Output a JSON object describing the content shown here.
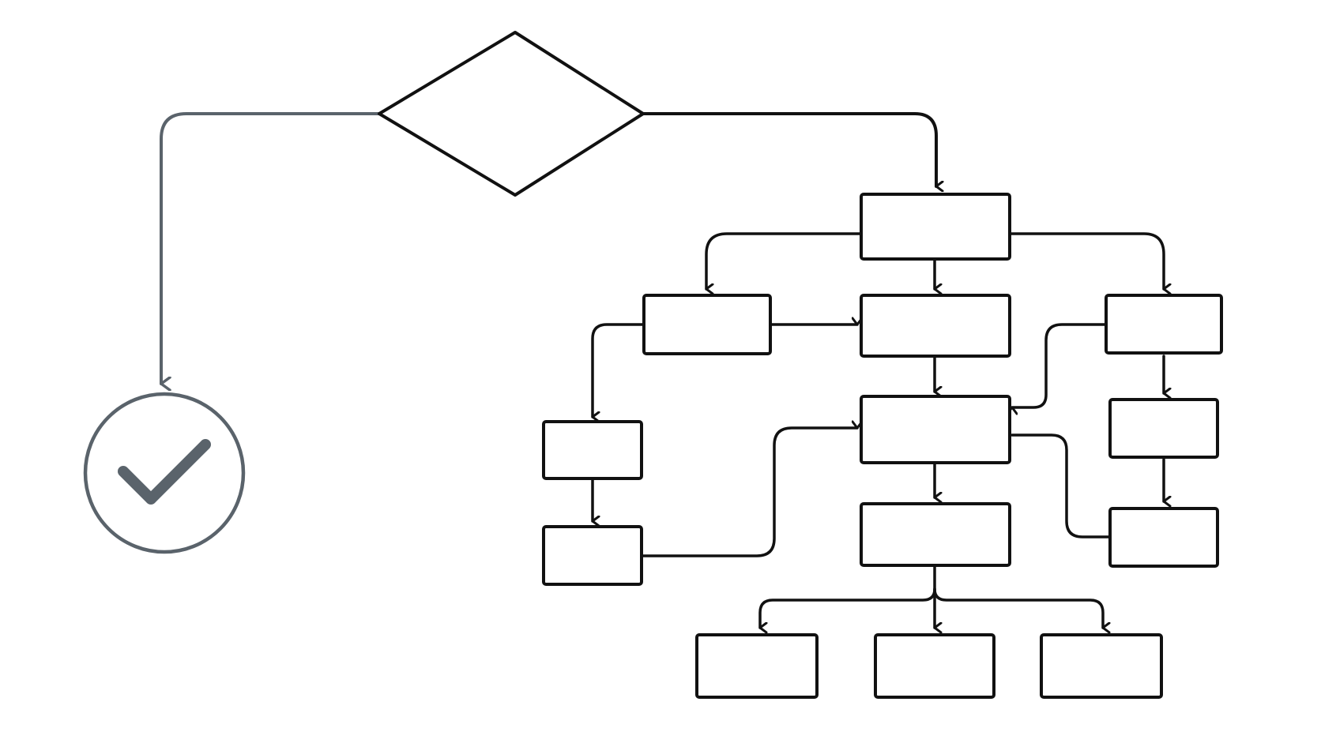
{
  "diagram": {
    "type": "flowchart",
    "labels_shown": false,
    "colors": {
      "background": "#ffffff",
      "main_stroke": "#111111",
      "success_stroke": "#5a636b",
      "node_fill": "#ffffff"
    },
    "nodes": [
      {
        "id": "decision",
        "shape": "diamond"
      },
      {
        "id": "success",
        "shape": "circle",
        "icon": "checkmark-icon"
      },
      {
        "id": "process-top",
        "shape": "rectangle"
      },
      {
        "id": "process-left",
        "shape": "rectangle"
      },
      {
        "id": "process-center",
        "shape": "rectangle"
      },
      {
        "id": "process-right",
        "shape": "rectangle"
      },
      {
        "id": "process-far-left-1",
        "shape": "rectangle"
      },
      {
        "id": "process-far-left-2",
        "shape": "rectangle"
      },
      {
        "id": "process-hub",
        "shape": "rectangle"
      },
      {
        "id": "process-right-2",
        "shape": "rectangle"
      },
      {
        "id": "process-right-3",
        "shape": "rectangle"
      },
      {
        "id": "process-merge",
        "shape": "rectangle"
      },
      {
        "id": "output-left",
        "shape": "rectangle"
      },
      {
        "id": "output-center",
        "shape": "rectangle"
      },
      {
        "id": "output-right",
        "shape": "rectangle"
      }
    ],
    "edges": [
      {
        "from": "decision",
        "to": "success",
        "tone": "success"
      },
      {
        "from": "decision",
        "to": "process-top",
        "tone": "main"
      },
      {
        "from": "process-top",
        "to": "process-left",
        "tone": "main"
      },
      {
        "from": "process-top",
        "to": "process-center",
        "tone": "main"
      },
      {
        "from": "process-top",
        "to": "process-right",
        "tone": "main"
      },
      {
        "from": "process-left",
        "to": "process-center",
        "tone": "main"
      },
      {
        "from": "process-left",
        "to": "process-far-left-1",
        "tone": "main"
      },
      {
        "from": "process-far-left-1",
        "to": "process-far-left-2",
        "tone": "main"
      },
      {
        "from": "process-far-left-2",
        "to": "process-hub",
        "tone": "main"
      },
      {
        "from": "process-center",
        "to": "process-hub",
        "tone": "main"
      },
      {
        "from": "process-right",
        "to": "process-hub",
        "tone": "main"
      },
      {
        "from": "process-right",
        "to": "process-right-2",
        "tone": "main"
      },
      {
        "from": "process-right-2",
        "to": "process-right-3",
        "tone": "main"
      },
      {
        "from": "process-right-3",
        "to": "process-hub",
        "tone": "main"
      },
      {
        "from": "process-hub",
        "to": "process-merge",
        "tone": "main"
      },
      {
        "from": "process-merge",
        "to": "output-left",
        "tone": "main"
      },
      {
        "from": "process-merge",
        "to": "output-center",
        "tone": "main"
      },
      {
        "from": "process-merge",
        "to": "output-right",
        "tone": "main"
      }
    ]
  }
}
